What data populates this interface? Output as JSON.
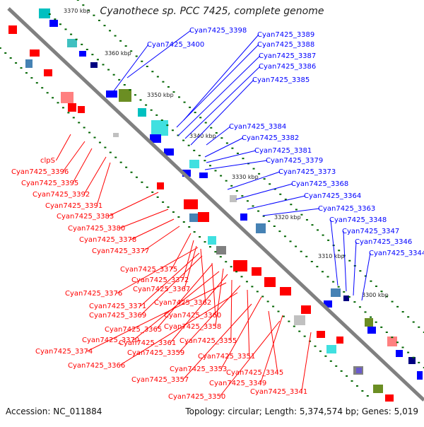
{
  "title": "Cyanothece sp. PCC 7425, complete genome",
  "accession": "Accession: NC_011884",
  "summary": "Topology: circular; Length: 5,374,574 bp; Genes: 5,019",
  "colors": {
    "forward": "#0000ff",
    "reverse": "#ff0000",
    "backbone": "#808080",
    "tick": "#006400"
  },
  "ticks": [
    "3370 kbp",
    "3360 kbp",
    "3350 kbp",
    "3340 kbp",
    "3330 kbp",
    "3320 kbp",
    "3310 kbp",
    "3300 kbp"
  ],
  "blue_labels": [
    "Cyan7425_3398",
    "Cyan7425_3400",
    "Cyan7425_3389",
    "Cyan7425_3388",
    "Cyan7425_3387",
    "Cyan7425_3386",
    "Cyan7425_3385",
    "Cyan7425_3384",
    "Cyan7425_3382",
    "Cyan7425_3381",
    "Cyan7425_3379",
    "Cyan7425_3373",
    "Cyan7425_3368",
    "Cyan7425_3364",
    "Cyan7425_3363",
    "Cyan7425_3348",
    "Cyan7425_3347",
    "Cyan7425_3346",
    "Cyan7425_3344"
  ],
  "red_labels": [
    "clpS",
    "Cyan7425_3396",
    "Cyan7425_3395",
    "Cyan7425_3392",
    "Cyan7425_3391",
    "Cyan7425_3383",
    "Cyan7425_3380",
    "Cyan7425_3378",
    "Cyan7425_3377",
    "Cyan7425_3375",
    "Cyan7425_3372",
    "Cyan7425_3367",
    "Cyan7425_3376",
    "Cyan7425_3362",
    "Cyan7425_3371",
    "Cyan7425_3369",
    "Cyan7425_3360",
    "Cyan7425_3365",
    "Cyan7425_3358",
    "Cyan7425_3370",
    "Cyan7425_3361",
    "Cyan7425_3355",
    "Cyan7425_3374",
    "Cyan7425_3359",
    "Cyan7425_3351",
    "Cyan7425_3366",
    "Cyan7425_3353",
    "Cyan7425_3345",
    "Cyan7425_3357",
    "Cyan7425_3349",
    "Cyan7425_3350",
    "Cyan7425_3341"
  ]
}
